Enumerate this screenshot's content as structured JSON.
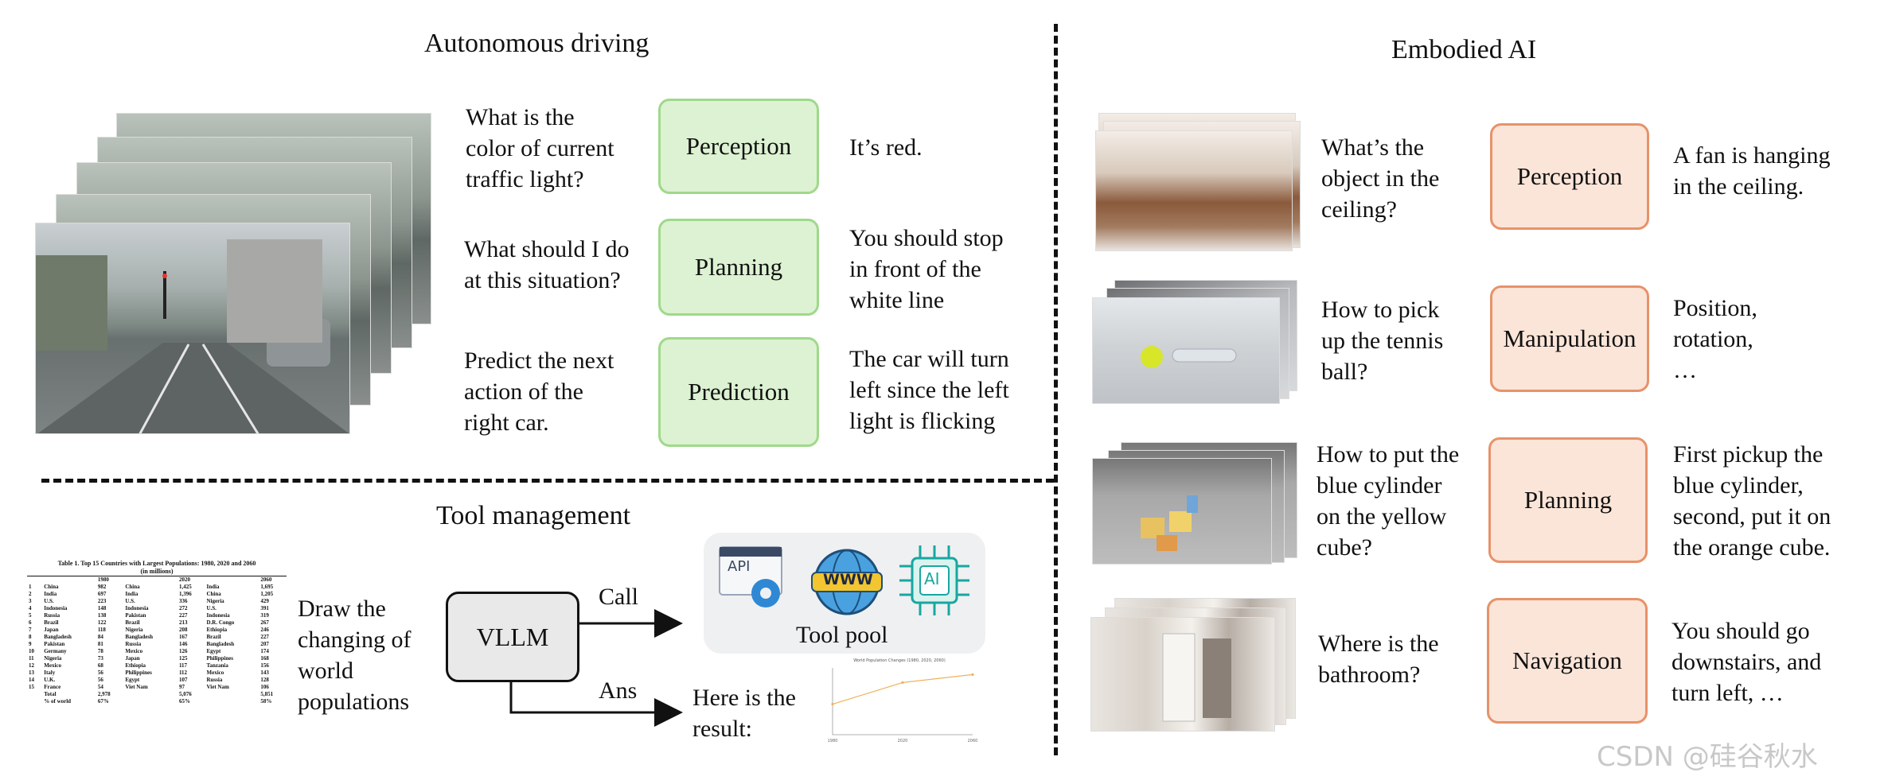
{
  "sections": {
    "driving": {
      "title": "Autonomous driving",
      "rows": [
        {
          "question": "What is the\ncolor of current\ntraffic light?",
          "task": "Perception",
          "answer": "It’s red."
        },
        {
          "question": "What should I do\nat this situation?",
          "task": "Planning",
          "answer": "You should stop\nin front of the\nwhite line"
        },
        {
          "question": "Predict the next\naction of the\nright car.",
          "task": "Prediction",
          "answer": "The car will turn\nleft since the left\nlight is flicking"
        }
      ]
    },
    "embodied": {
      "title": "Embodied AI",
      "rows": [
        {
          "question": "What’s the\nobject in the\nceiling?",
          "task": "Perception",
          "answer": "A fan is hanging\nin the ceiling."
        },
        {
          "question": "How to pick\nup the tennis\nball?",
          "task": "Manipulation",
          "answer": "Position,\nrotation,\n…"
        },
        {
          "question": "How to put the\nblue cylinder\non the yellow\ncube?",
          "task": "Planning",
          "answer": "First pickup the\nblue cylinder,\nsecond, put it on\nthe orange cube."
        },
        {
          "question": "Where is the\nbathroom?",
          "task": "Navigation",
          "answer": "You should go\ndownstairs, and\nturn left, …"
        }
      ]
    },
    "tools": {
      "title": "Tool management",
      "prompt": "Draw the\nchanging of\nworld\npopulations",
      "model": "VLLM",
      "call_label": "Call",
      "ans_label": "Ans",
      "pool_label": "Tool pool",
      "result_text": "Here is the\nresult:",
      "icons": {
        "api": "API",
        "www": "WWW",
        "ai": "AI"
      },
      "table": {
        "title": "Table 1. Top 15 Countries with Largest Populations: 1980, 2020 and 2060",
        "subtitle": "(in millions)",
        "years": [
          "1980",
          "2020",
          "2060"
        ],
        "rows": [
          [
            "1",
            "China",
            "982",
            "China",
            "1,425",
            "India",
            "1,695"
          ],
          [
            "2",
            "India",
            "697",
            "India",
            "1,396",
            "China",
            "1,205"
          ],
          [
            "3",
            "U.S.",
            "223",
            "U.S.",
            "336",
            "Nigeria",
            "429"
          ],
          [
            "4",
            "Indonesia",
            "148",
            "Indonesia",
            "272",
            "U.S.",
            "391"
          ],
          [
            "5",
            "Russia",
            "138",
            "Pakistan",
            "227",
            "Indonesia",
            "319"
          ],
          [
            "6",
            "Brazil",
            "122",
            "Brazil",
            "213",
            "D.R. Congo",
            "267"
          ],
          [
            "7",
            "Japan",
            "118",
            "Nigeria",
            "208",
            "Ethiopia",
            "246"
          ],
          [
            "8",
            "Bangladesh",
            "84",
            "Bangladesh",
            "167",
            "Brazil",
            "227"
          ],
          [
            "9",
            "Pakistan",
            "81",
            "Russia",
            "146",
            "Bangladesh",
            "207"
          ],
          [
            "10",
            "Germany",
            "78",
            "Mexico",
            "126",
            "Egypt",
            "174"
          ],
          [
            "11",
            "Nigeria",
            "73",
            "Japan",
            "125",
            "Philippines",
            "168"
          ],
          [
            "12",
            "Mexico",
            "68",
            "Ethiopia",
            "117",
            "Tanzania",
            "156"
          ],
          [
            "13",
            "Italy",
            "56",
            "Philippines",
            "112",
            "Mexico",
            "143"
          ],
          [
            "14",
            "U.K.",
            "56",
            "Egypt",
            "107",
            "Russia",
            "128"
          ],
          [
            "15",
            "France",
            "54",
            "Viet Nam",
            "97",
            "Viet Nam",
            "106"
          ]
        ],
        "total_label": "Total",
        "totals": [
          "2,978",
          "5,076",
          "5,851"
        ],
        "pct_label": "% of world",
        "pcts": [
          "67%",
          "65%",
          "58%"
        ]
      },
      "mini_chart": {
        "title": "World Population Changes (1980, 2020, 2060)",
        "x": [
          "1980",
          "2020",
          "2060"
        ],
        "values": [
          2978,
          5076,
          5851
        ]
      }
    }
  },
  "watermark": "CSDN @硅谷秋水",
  "colors": {
    "green_fill": "#dcf2d2",
    "green_border": "#9fd98a",
    "orange_fill": "#fbe5d8",
    "orange_border": "#e7926a"
  }
}
